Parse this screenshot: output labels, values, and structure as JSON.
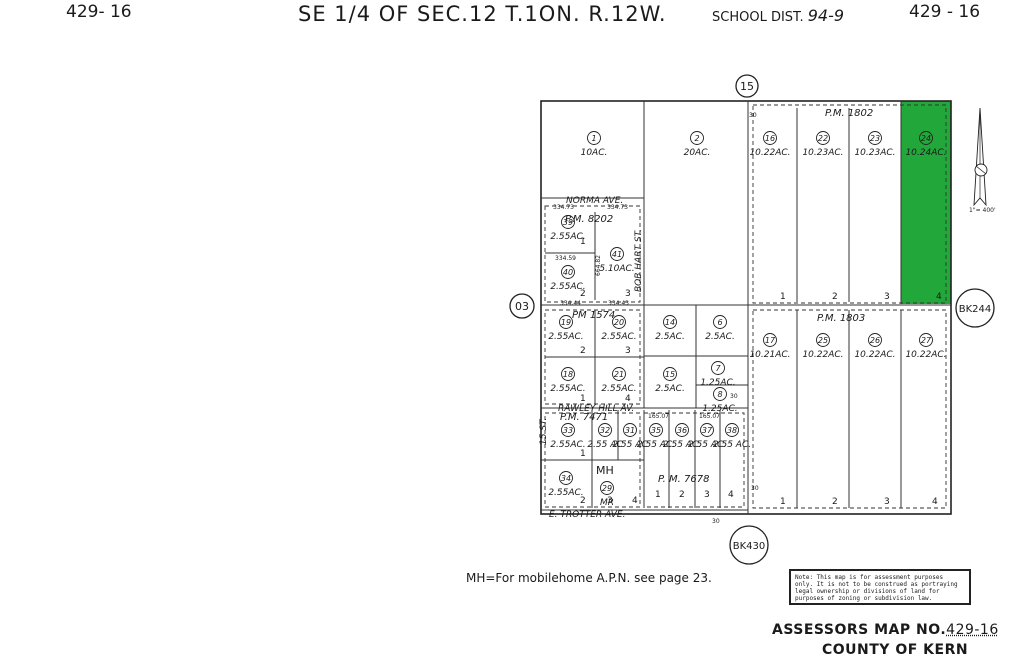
{
  "header": {
    "page_left": "429- 16",
    "title": "SE 1/4 OF SEC.12 T.1ON. R.12W.",
    "school_label": "SCHOOL DIST.",
    "school_value": "94-9",
    "page_right": "429 - 16"
  },
  "circles": {
    "top": "15",
    "left": "03",
    "right": "BK244",
    "bottom": "BK430"
  },
  "pm_labels": {
    "pm1802": "P.M.  1802",
    "pm1803": "P.M.  1803",
    "pm8202": "P.M.  8202",
    "pm1574": "PM 1574",
    "pm7471": "P.M. 7471",
    "pm7678": "P.  M.   7678"
  },
  "streets": {
    "norma": "NORMA  AVE.",
    "rawley": "RAWLEY HILL AV.",
    "trotter": "E. TROTTER AVE.",
    "bob": "BOB  HART  ST.",
    "st15": "15 ST."
  },
  "parcels": [
    {
      "num": "1",
      "area": "10AC."
    },
    {
      "num": "2",
      "area": "20AC."
    },
    {
      "num": "16",
      "area": "10.22AC."
    },
    {
      "num": "22",
      "area": "10.23AC."
    },
    {
      "num": "23",
      "area": "10.23AC."
    },
    {
      "num": "24",
      "area": "10.24AC."
    },
    {
      "num": "39",
      "area": "2.55AC."
    },
    {
      "num": "40",
      "area": "2.55AC."
    },
    {
      "num": "41",
      "area": "5.10AC."
    },
    {
      "num": "19",
      "area": "2.55AC."
    },
    {
      "num": "20",
      "area": "2.55AC."
    },
    {
      "num": "14",
      "area": "2.5AC."
    },
    {
      "num": "6",
      "area": "2.5AC."
    },
    {
      "num": "17",
      "area": "10.21AC."
    },
    {
      "num": "25",
      "area": "10.22AC."
    },
    {
      "num": "26",
      "area": "10.22AC."
    },
    {
      "num": "27",
      "area": "10.22AC."
    },
    {
      "num": "18",
      "area": "2.55AC."
    },
    {
      "num": "21",
      "area": "2.55AC."
    },
    {
      "num": "15",
      "area": "2.5AC."
    },
    {
      "num": "7",
      "area": "1.25AC."
    },
    {
      "num": "8",
      "area": "1.25AC."
    },
    {
      "num": "33",
      "area": "2.55AC."
    },
    {
      "num": "32",
      "area": "2.55 AC"
    },
    {
      "num": "31",
      "area": "2.55 AC"
    },
    {
      "num": "35",
      "area": "2.55 AC."
    },
    {
      "num": "36",
      "area": "2.55 AC."
    },
    {
      "num": "37",
      "area": "2.55 AC."
    },
    {
      "num": "38",
      "area": "2.55 AC."
    },
    {
      "num": "34",
      "area": "2.55AC."
    },
    {
      "num": "29",
      "area": "MR"
    }
  ],
  "lot_numbers": [
    "1",
    "2",
    "3",
    "4"
  ],
  "dims": [
    "334.73",
    "334.59",
    "334.44",
    "334.43",
    "664.82",
    "30",
    "165.07",
    "30"
  ],
  "mh_label": "MH",
  "north_scale": "1\"= 400'",
  "footer": {
    "mh_note": "MH=For mobilehome A.P.N. see page 23.",
    "note_lines": [
      "Note: This map is for assessment purposes",
      "only. It is not to be construed as portraying",
      "legal ownership or divisions of land for",
      "purposes of zoning or subdivision law."
    ],
    "assessor_label": "ASSESSORS MAP NO.",
    "assessor_num": "429-16",
    "county": "COUNTY OF KERN"
  },
  "colors": {
    "highlight": "#22a83a",
    "ink": "#1a1a1a"
  }
}
